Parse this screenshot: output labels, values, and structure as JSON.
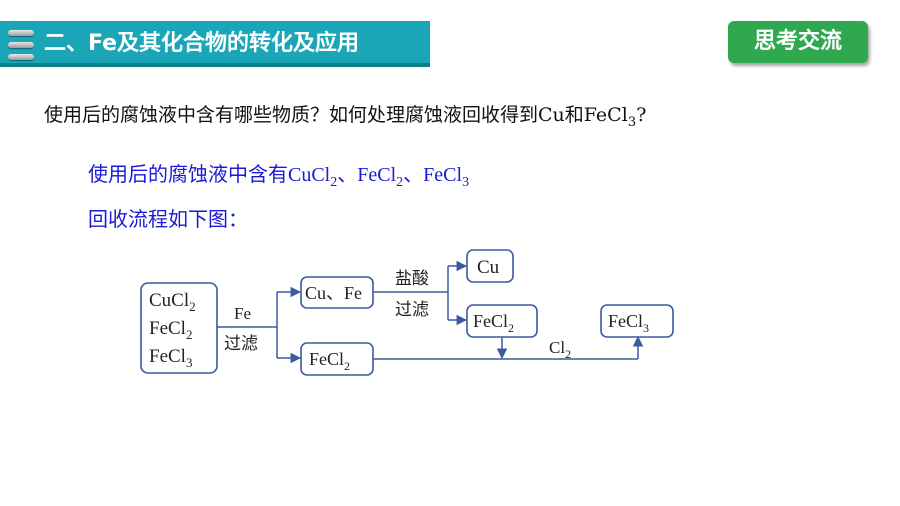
{
  "header": {
    "title": "二、Fe及其化合物的转化及应用",
    "badge": "思考交流"
  },
  "question": {
    "text_main": "使用后的腐蚀液中含有哪些物质？如何处理腐蚀液回收得到Cu和FeCl",
    "text_sub": "3",
    "text_end": "?"
  },
  "answer": {
    "line1_prefix": "使用后的腐蚀液中含有",
    "cucl": "CuCl",
    "sep1": "、",
    "fecl2": "FeCl",
    "sep2": "、",
    "fecl3": "FeCl",
    "sub2": "2",
    "sub3": "3",
    "line2": "回收流程如下图："
  },
  "flow": {
    "start_box": [
      "CuCl",
      "FeCl",
      "FeCl"
    ],
    "start_subs": [
      "2",
      "2",
      "3"
    ],
    "step1_top": "Fe",
    "step1_bottom": "过滤",
    "mid_box": "Cu、Fe",
    "step2_top": "盐酸",
    "step2_bottom": "过滤",
    "cu_box": "Cu",
    "fecl2_top_box": "FeCl",
    "fecl2_bottom_box": "FeCl",
    "fecl3_box": "FeCl",
    "cl2_label": "Cl",
    "sub_2": "2",
    "sub_3": "3"
  },
  "colors": {
    "header": "#1aa6b7",
    "badge": "#2fa84f",
    "answer_text": "#1a1ad8",
    "box_border": "#3b5aa0",
    "arrow": "#3b5aa0"
  }
}
